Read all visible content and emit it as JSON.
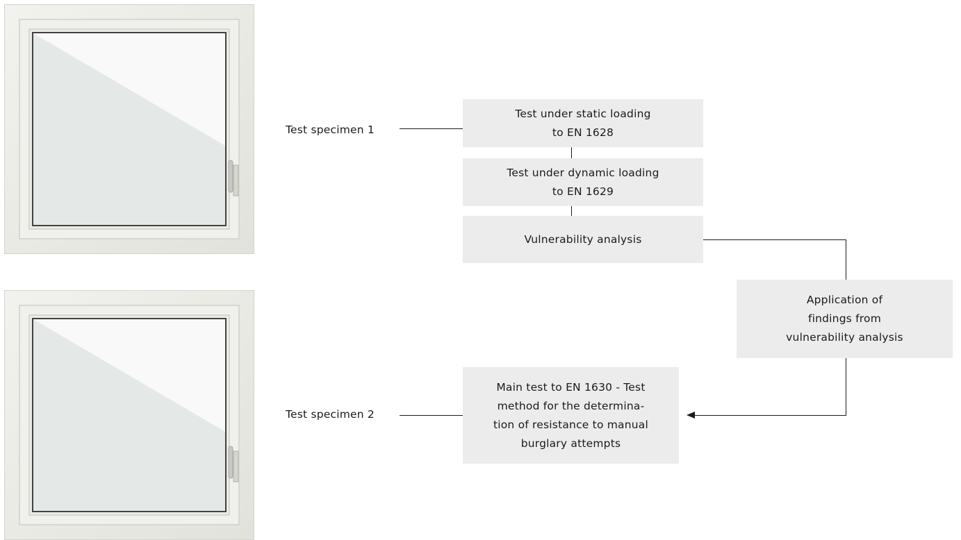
{
  "specimens": [
    {
      "label": "Test specimen 1",
      "icon": "window-icon"
    },
    {
      "label": "Test specimen 2",
      "icon": "window-icon"
    }
  ],
  "steps": {
    "static_test": "Test under static loading\nto EN 1628",
    "dynamic_test": "Test under dynamic loading\nto EN 1629",
    "vulnerability": "Vulnerability analysis",
    "application": "Application of\nfindings from\nvulnerability analysis",
    "main_test": "Main test to EN 1630 - Test\nmethod for the determina-\ntion of resistance to manual\nburglary attempts"
  },
  "colors": {
    "box_fill": "#ececec",
    "line": "#1a1a1a",
    "frame": "#ecece8",
    "glass": "#e4e8e6"
  }
}
